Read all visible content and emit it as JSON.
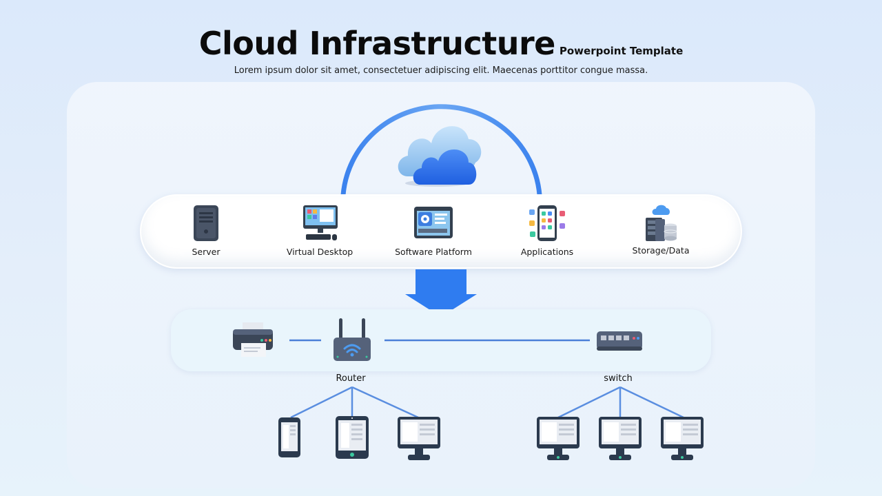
{
  "header": {
    "title": "Cloud Infrastructure",
    "title_suffix": "Powerpoint Template",
    "subtitle": "Lorem ipsum dolor sit amet, consectetuer adipiscing elit. Maecenas porttitor congue massa."
  },
  "services": [
    {
      "label": "Server",
      "icon": "server-tower-icon"
    },
    {
      "label": "Virtual Desktop",
      "icon": "desktop-computer-icon"
    },
    {
      "label": "Software Platform",
      "icon": "software-platform-icon"
    },
    {
      "label": "Applications",
      "icon": "smartphone-apps-icon"
    },
    {
      "label": "Storage/Data",
      "icon": "cloud-storage-icon"
    }
  ],
  "network": {
    "router_label": "Router",
    "switch_label": "switch",
    "nodes": [
      "printer-icon",
      "router-icon",
      "switch-icon"
    ]
  },
  "devices": {
    "router_clients": [
      "phone-icon",
      "tablet-icon",
      "monitor-icon"
    ],
    "switch_clients": [
      "monitor-icon",
      "monitor-icon",
      "monitor-icon"
    ]
  },
  "colors": {
    "accent_blue": "#2f7cf0",
    "line_blue": "#4a86e0",
    "device_dark": "#2b3a4e"
  }
}
